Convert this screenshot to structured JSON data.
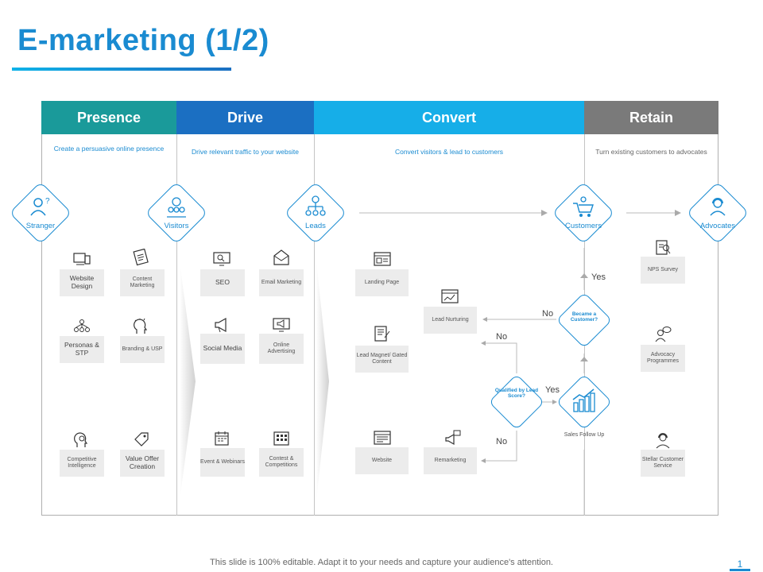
{
  "title": "E-marketing (1/2)",
  "phases": [
    {
      "label": "Presence",
      "color": "#1a9a9a",
      "subtitle": "Create a persuasive online presence"
    },
    {
      "label": "Drive",
      "color": "#1b6fc2",
      "subtitle": "Drive relevant traffic to your website"
    },
    {
      "label": "Convert",
      "color": "#16aee8",
      "subtitle": "Convert visitors & lead to customers"
    },
    {
      "label": "Retain",
      "color": "#7a7a7a",
      "subtitle": "Turn existing customers to advocates"
    }
  ],
  "stages": [
    {
      "label": "Stranger",
      "icon": "person-question-icon"
    },
    {
      "label": "Visitors",
      "icon": "group-globe-icon"
    },
    {
      "label": "Leads",
      "icon": "org-chart-icon"
    },
    {
      "label": "Customers",
      "icon": "shopping-cart-icon"
    },
    {
      "label": "Advocates",
      "icon": "headset-person-icon"
    }
  ],
  "presence_items": [
    {
      "label": "Website Design",
      "icon": "devices-icon"
    },
    {
      "label": "Content Marketing",
      "icon": "document-pen-icon"
    },
    {
      "label": "Personas & STP",
      "icon": "people-network-icon"
    },
    {
      "label": "Branding & USP",
      "icon": "head-idea-icon"
    },
    {
      "label": "Competitive Intelligence",
      "icon": "brain-gear-icon"
    },
    {
      "label": "Value Offer Creation",
      "icon": "tag-hand-icon"
    }
  ],
  "drive_items": [
    {
      "label": "SEO",
      "icon": "monitor-search-icon"
    },
    {
      "label": "Email Marketing",
      "icon": "envelope-icon"
    },
    {
      "label": "Social Media",
      "icon": "megaphone-icon"
    },
    {
      "label": "Online Advertising",
      "icon": "monitor-megaphone-icon"
    },
    {
      "label": "Event & Webinars",
      "icon": "calendar-icon"
    },
    {
      "label": "Contest & Competitions",
      "icon": "building-icon"
    }
  ],
  "convert_items": {
    "landing_page": {
      "label": "Landing Page",
      "icon": "web-page-icon"
    },
    "lead_magnet": {
      "label": "Lead Magnet/ Gated Content",
      "icon": "document-pen-icon"
    },
    "website": {
      "label": "Website",
      "icon": "browser-icon"
    },
    "lead_nurturing": {
      "label": "Lead Nurturing",
      "icon": "browser-chart-icon"
    },
    "remarketing": {
      "label": "Remarketing",
      "icon": "megaphone-chat-icon"
    }
  },
  "decisions": {
    "qualified": "Qualified by Lead Score?",
    "became_customer": "Became a Customer?",
    "sales_follow_up": {
      "label": "Sales Follow Up",
      "icon": "growth-chart-icon"
    }
  },
  "flow_labels": {
    "yes_top": "Yes",
    "no_top": "No",
    "no_mid": "No",
    "yes_mid": "Yes",
    "no_bottom": "No"
  },
  "retain_items": [
    {
      "label": "NPS Survey",
      "icon": "clipboard-search-icon"
    },
    {
      "label": "Advocacy Programmes",
      "icon": "person-chat-icon"
    },
    {
      "label": "Stellar Customer Service",
      "icon": "headset-person-icon"
    }
  ],
  "footer": "This slide is 100% editable. Adapt it to your needs and capture your audience's attention.",
  "page_number": "1",
  "colors": {
    "accent": "#1a8bd1",
    "box": "#ececec"
  }
}
